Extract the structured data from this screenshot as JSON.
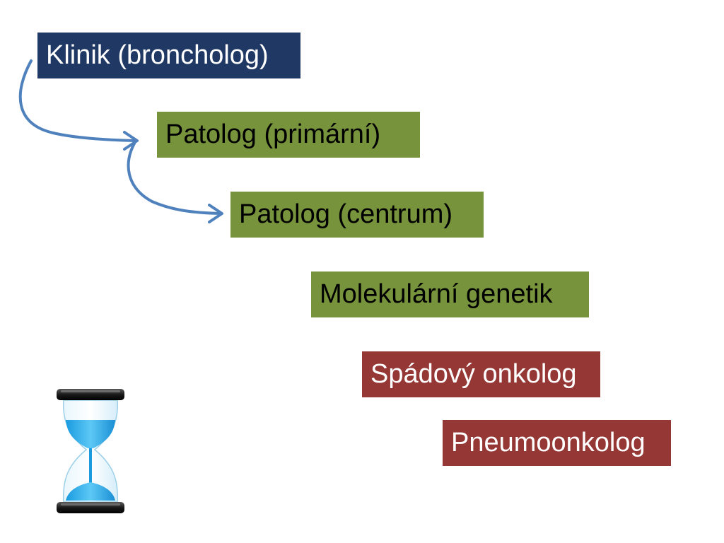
{
  "colors": {
    "clinician": "#1f3864",
    "pathology": "#77933c",
    "oncology": "#953735",
    "arrow": "#4f81bd",
    "text_dark": "#000000",
    "text_light": "#ffffff"
  },
  "steps": [
    {
      "label": "Klinik (broncholog)",
      "color_key": "clinician",
      "text_color_key": "text_light"
    },
    {
      "label": "Patolog (primární)",
      "color_key": "pathology",
      "text_color_key": "text_dark"
    },
    {
      "label": "Patolog (centrum)",
      "color_key": "pathology",
      "text_color_key": "text_dark"
    },
    {
      "label": "Molekulární genetik",
      "color_key": "pathology",
      "text_color_key": "text_dark"
    },
    {
      "label": "Spádový onkolog",
      "color_key": "oncology",
      "text_color_key": "text_light"
    },
    {
      "label": "Pneumoonkolog",
      "color_key": "oncology",
      "text_color_key": "text_light"
    }
  ],
  "connectors": [
    {
      "from": 0,
      "to": 1
    },
    {
      "from": 1,
      "to": 2
    }
  ],
  "icons": {
    "hourglass": "hourglass-icon"
  }
}
